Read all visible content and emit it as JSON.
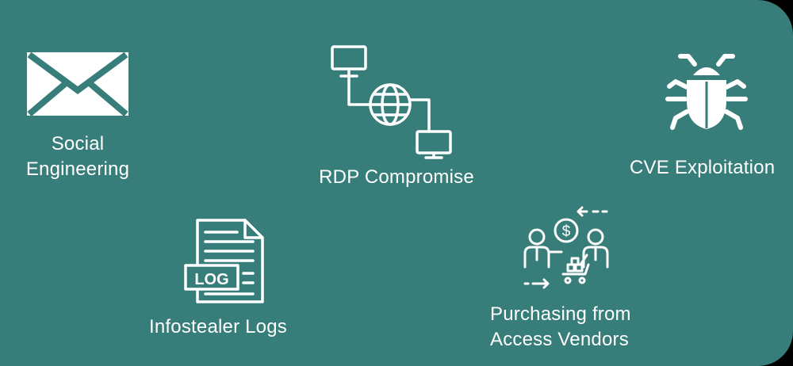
{
  "background": "#377d79",
  "foreground": "#ffffff",
  "items": [
    {
      "label_lines": [
        "Social",
        "Engineering"
      ],
      "icon": "envelope-icon"
    },
    {
      "label_lines": [
        "RDP Compromise"
      ],
      "icon": "network-computers-icon"
    },
    {
      "label_lines": [
        "CVE Exploitation"
      ],
      "icon": "bug-icon"
    },
    {
      "label_lines": [
        "Infostealer Logs"
      ],
      "icon": "log-document-icon"
    },
    {
      "label_lines": [
        "Purchasing from",
        "Access Vendors"
      ],
      "icon": "vendor-transaction-icon"
    }
  ],
  "log_badge_text": "LOG",
  "currency_symbol": "$"
}
